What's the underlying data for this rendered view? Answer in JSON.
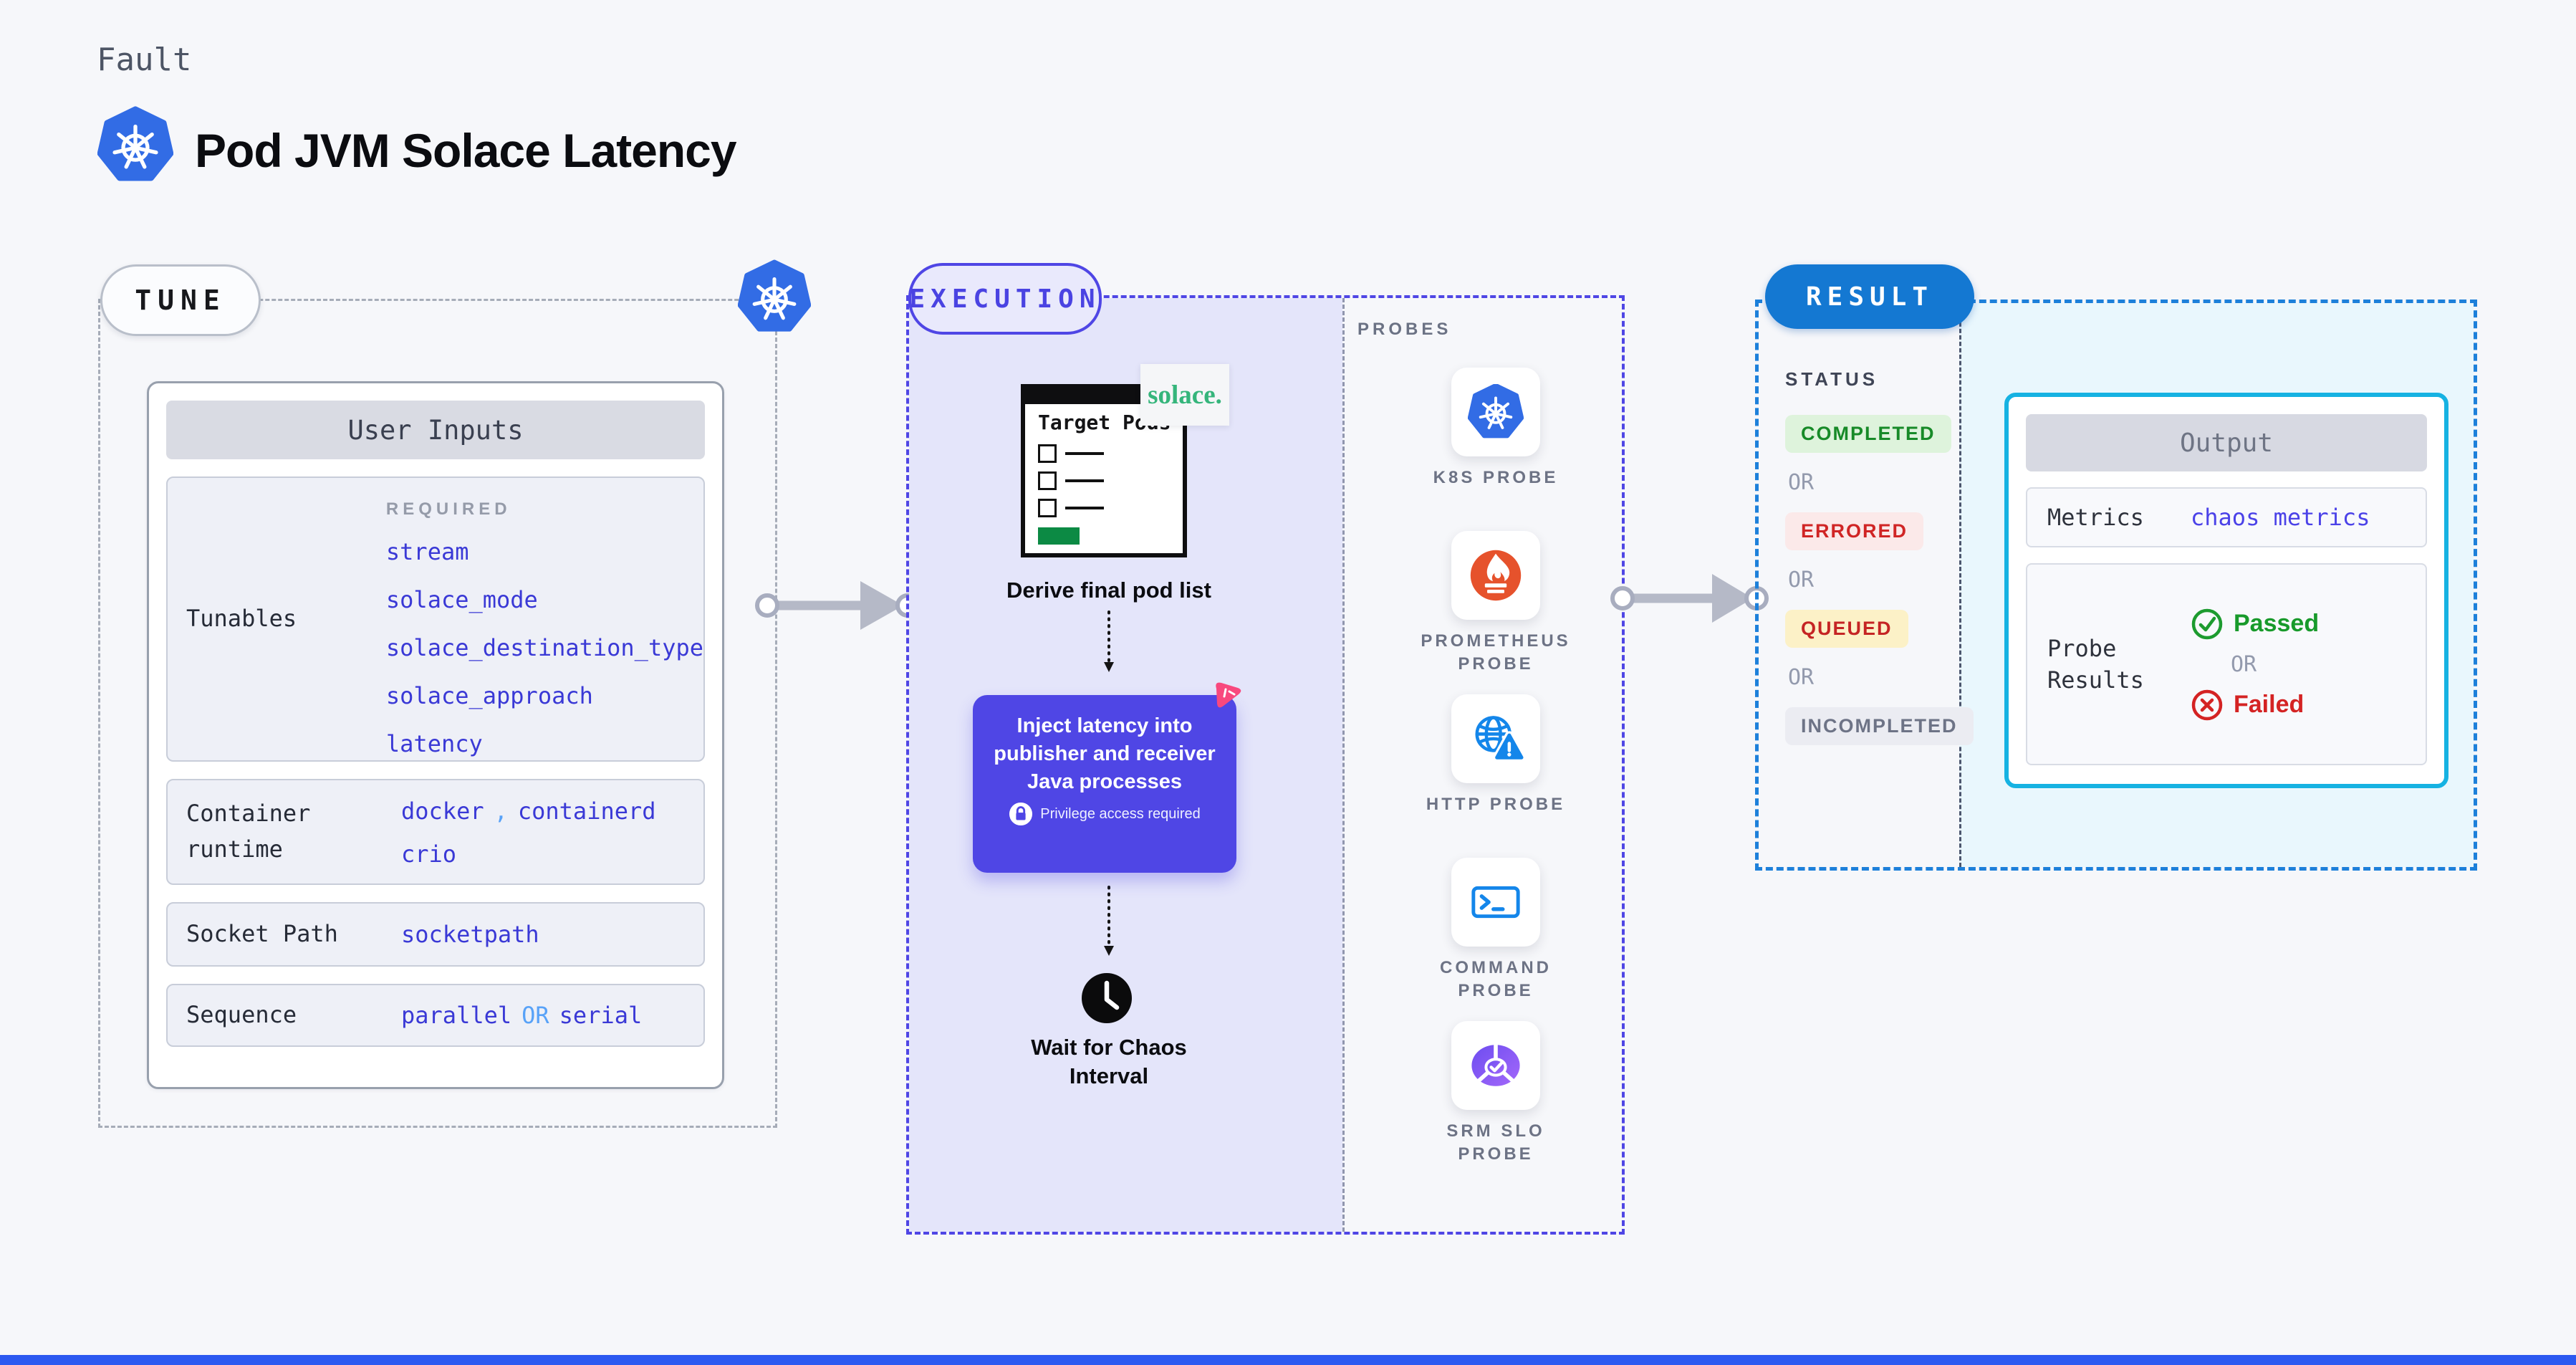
{
  "header": {
    "kicker": "Fault",
    "title": "Pod JVM Solace Latency",
    "logo_icon": "kubernetes-icon"
  },
  "tune": {
    "label": "TUNE",
    "corner_icon": "kubernetes-icon",
    "card_title": "User Inputs",
    "tunables": {
      "label": "Tunables",
      "tag": "REQUIRED",
      "values": [
        "stream",
        "solace_mode",
        "solace_destination_type",
        "solace_approach",
        "latency"
      ]
    },
    "container_runtime": {
      "label": "Container runtime",
      "line1": [
        "docker",
        ",",
        "containerd"
      ],
      "line2": "crio"
    },
    "socket_path": {
      "label": "Socket Path",
      "value": "socketpath"
    },
    "sequence": {
      "label": "Sequence",
      "parts": [
        "parallel",
        "OR",
        "serial"
      ]
    }
  },
  "execution": {
    "label": "EXECUTION",
    "target_window_title": "Target Pods",
    "solace_logo": "solace.",
    "derive_caption": "Derive final pod list",
    "inject_text": "Inject latency into publisher and receiver Java processes",
    "inject_badge": "Privilege access required",
    "inject_badge_icon": "lock-icon",
    "wait_caption": "Wait for Chaos Interval",
    "wait_icon": "clock-icon",
    "corner_icon": "litmus-chaos-pink-icon"
  },
  "probes": {
    "panel_label": "PROBES",
    "items": [
      {
        "label": "K8S PROBE",
        "icon": "kubernetes-icon"
      },
      {
        "label": "PROMETHEUS PROBE",
        "icon": "prometheus-icon"
      },
      {
        "label": "HTTP PROBE",
        "icon": "http-globe-warning-icon"
      },
      {
        "label": "COMMAND PROBE",
        "icon": "terminal-icon"
      },
      {
        "label": "SRM SLO PROBE",
        "icon": "slo-gauge-check-icon"
      }
    ]
  },
  "result": {
    "label": "RESULT",
    "status_heading": "STATUS",
    "separator": "OR",
    "statuses": [
      {
        "text": "COMPLETED",
        "color": "#178a28",
        "bg": "#def3dc"
      },
      {
        "text": "ERRORED",
        "color": "#d02525",
        "bg": "#fbe9e9"
      },
      {
        "text": "QUEUED",
        "color": "#c52424",
        "bg": "#fcf1c7"
      },
      {
        "text": "INCOMPLETED",
        "color": "#6d7386",
        "bg": "#ebecf2"
      }
    ],
    "output": {
      "title": "Output",
      "metrics_label": "Metrics",
      "metrics_value": "chaos metrics",
      "probe_results_label": "Probe Results",
      "passed": "Passed",
      "or": "OR",
      "failed": "Failed",
      "passed_icon": "check-circle-icon",
      "failed_icon": "x-circle-icon"
    }
  },
  "colors": {
    "page_bg": "#f6f7fa",
    "accent_indigo": "#4f46e5",
    "execution_fill": "#e4e5fa",
    "result_blue": "#1478d2",
    "result_fill": "#e9f7fd",
    "output_cyan": "#16b2e2",
    "value_blue": "#3a39d6",
    "value_light_blue": "#58a2f8",
    "k8s_blue": "#326ce5",
    "prometheus_orange": "#e6522c",
    "solace_green": "#35b57b",
    "passed_green": "#189a2b",
    "failed_red": "#d42323",
    "litmus_pink": "#f8487e",
    "bottom_bar_blue": "#2c59f0"
  }
}
